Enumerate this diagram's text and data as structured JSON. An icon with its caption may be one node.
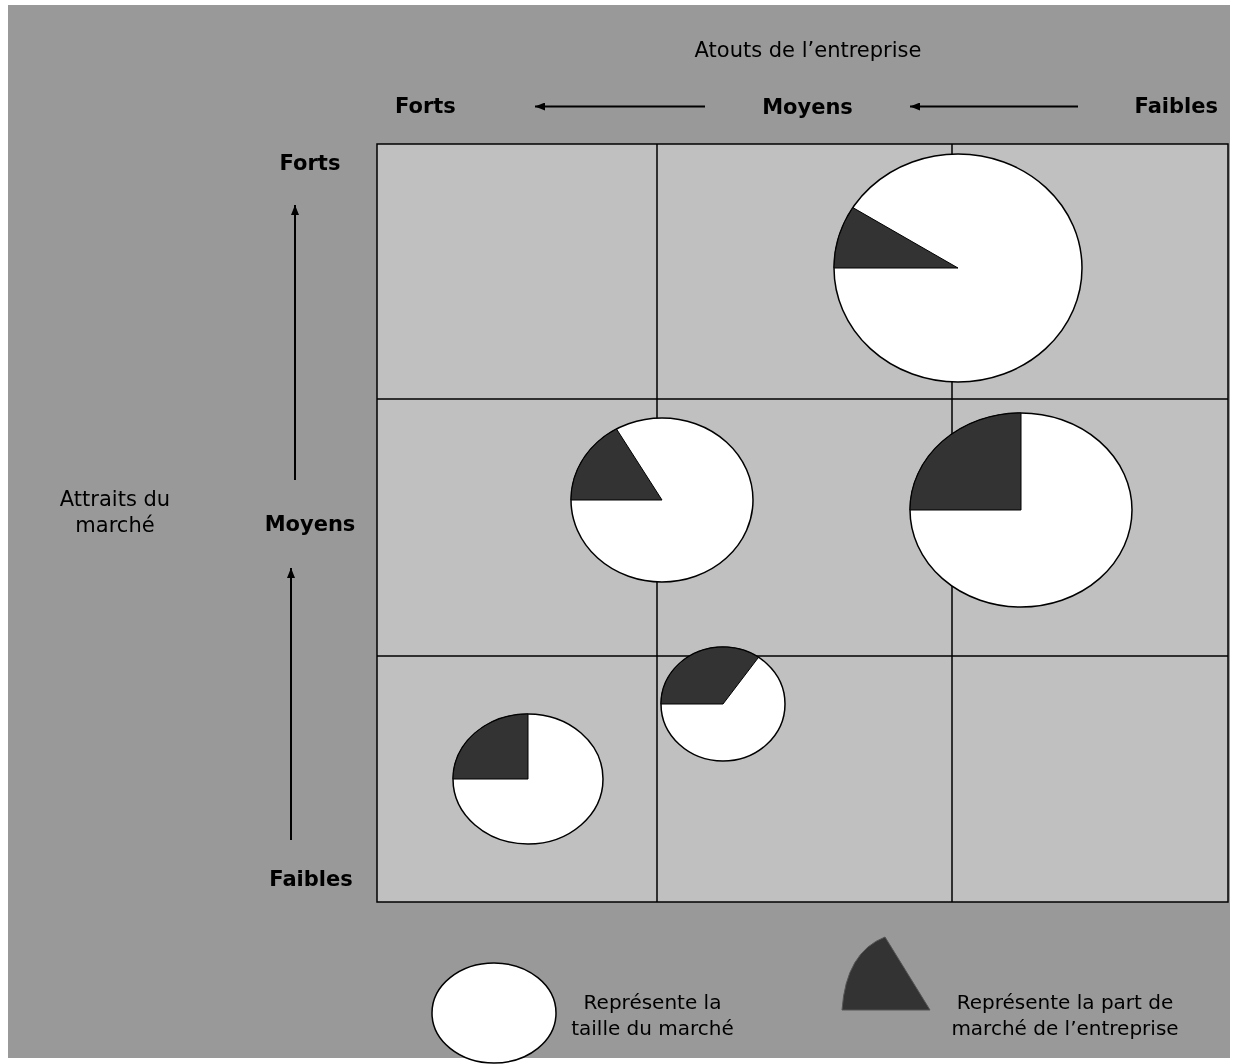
{
  "diagram": {
    "nodes": [
      {
        "text": [
          "Forts"
        ]
      },
      {
        "text": [
          "Moyens"
        ]
      },
      {
        "text": [
          "Faibles"
        ]
      },
      {
        "text": [
          "Forts"
        ]
      },
      {
        "text": [
          "Moyens"
        ]
      },
      {
        "text": [
          "Faibles"
        ]
      }
    ],
    "edges": [
      {
        "from": 2,
        "to": 1,
        "arrow": "to"
      },
      {
        "from": 1,
        "to": 0,
        "arrow": "to"
      },
      {
        "from": 5,
        "to": 4,
        "arrow": "to"
      },
      {
        "from": 4,
        "to": 3,
        "arrow": "to"
      }
    ],
    "labels": [
      "Atouts de l’entreprise",
      "Attraits du marché"
    ],
    "legend": [
      {
        "text": "Représente la taille du marché"
      },
      {
        "text": "Représente la part de marché de l’entreprise"
      }
    ]
  }
}
